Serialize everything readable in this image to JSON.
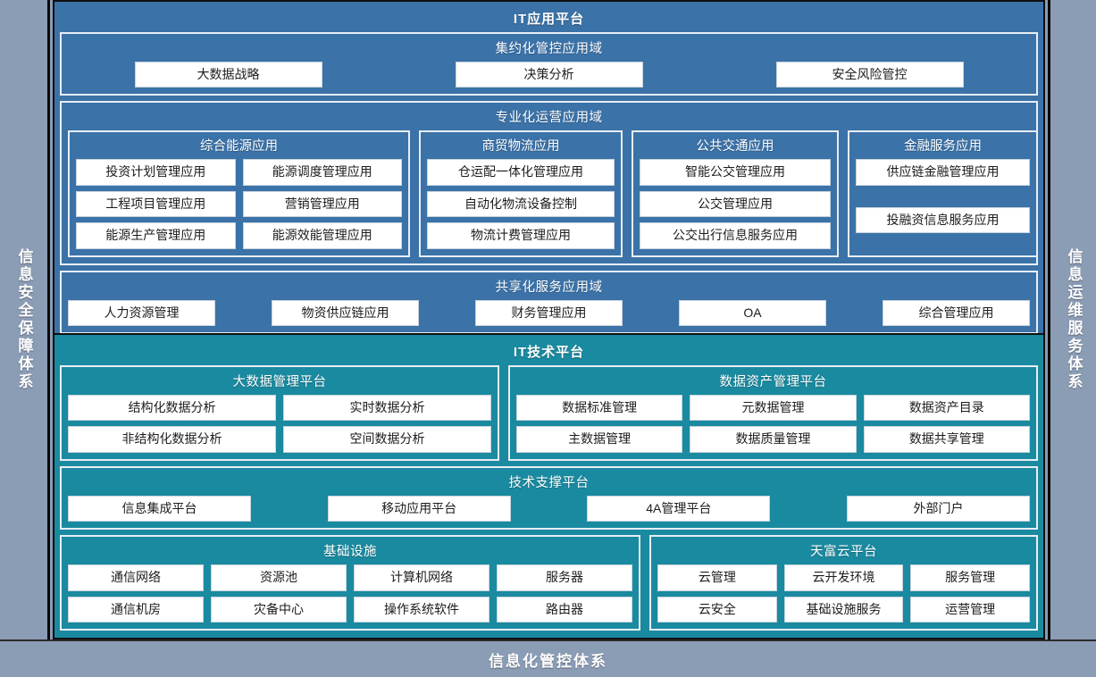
{
  "rails": {
    "left_label": "信息安全保障体系",
    "right_label": "信息运维服务体系"
  },
  "bottom": {
    "label": "信息化管控体系"
  },
  "colors": {
    "app_platform": "#3b72a8",
    "tech_platform": "#1a8aa0",
    "rail": "#8b9cb5",
    "chip": "#ffffff",
    "outline": "#e8eef5",
    "frame": "#0f0f0f"
  },
  "app_platform": {
    "title": "IT应用平台",
    "domains": [
      {
        "title": "集约化管控应用域",
        "items": [
          "大数据战略",
          "决策分析",
          "安全风险管控"
        ]
      },
      {
        "title": "专业化运营应用域",
        "groups": [
          {
            "title": "综合能源应用",
            "rows": [
              [
                "投资计划管理应用",
                "能源调度管理应用"
              ],
              [
                "工程项目管理应用",
                "营销管理应用"
              ],
              [
                "能源生产管理应用",
                "能源效能管理应用"
              ]
            ]
          },
          {
            "title": "商贸物流应用",
            "rows": [
              [
                "仓运配一体化管理应用"
              ],
              [
                "自动化物流设备控制"
              ],
              [
                "物流计费管理应用"
              ]
            ]
          },
          {
            "title": "公共交通应用",
            "rows": [
              [
                "智能公交管理应用"
              ],
              [
                "公交管理应用"
              ],
              [
                "公交出行信息服务应用"
              ]
            ]
          },
          {
            "title": "金融服务应用",
            "rows": [
              [
                "供应链金融管理应用"
              ],
              [
                ""
              ],
              [
                "投融资信息服务应用"
              ]
            ]
          }
        ]
      },
      {
        "title": "共享化服务应用域",
        "items": [
          "人力资源管理",
          "物资供应链应用",
          "财务管理应用",
          "OA",
          "综合管理应用"
        ]
      }
    ]
  },
  "tech_platform": {
    "title": "IT技术平台",
    "pair_top": [
      {
        "title": "大数据管理平台",
        "rows": [
          [
            "结构化数据分析",
            "实时数据分析"
          ],
          [
            "非结构化数据分析",
            "空间数据分析"
          ]
        ]
      },
      {
        "title": "数据资产管理平台",
        "rows": [
          [
            "数据标准管理",
            "元数据管理",
            "数据资产目录"
          ],
          [
            "主数据管理",
            "数据质量管理",
            "数据共享管理"
          ]
        ]
      }
    ],
    "support": {
      "title": "技术支撑平台",
      "items": [
        "信息集成平台",
        "移动应用平台",
        "4A管理平台",
        "外部门户"
      ]
    },
    "pair_bottom": [
      {
        "title": "基础设施",
        "rows": [
          [
            "通信网络",
            "资源池",
            "计算机网络",
            "服务器"
          ],
          [
            "通信机房",
            "灾备中心",
            "操作系统软件",
            "路由器"
          ]
        ]
      },
      {
        "title": "天富云平台",
        "rows": [
          [
            "云管理",
            "云开发环境",
            "服务管理"
          ],
          [
            "云安全",
            "基础设施服务",
            "运营管理"
          ]
        ]
      }
    ]
  }
}
